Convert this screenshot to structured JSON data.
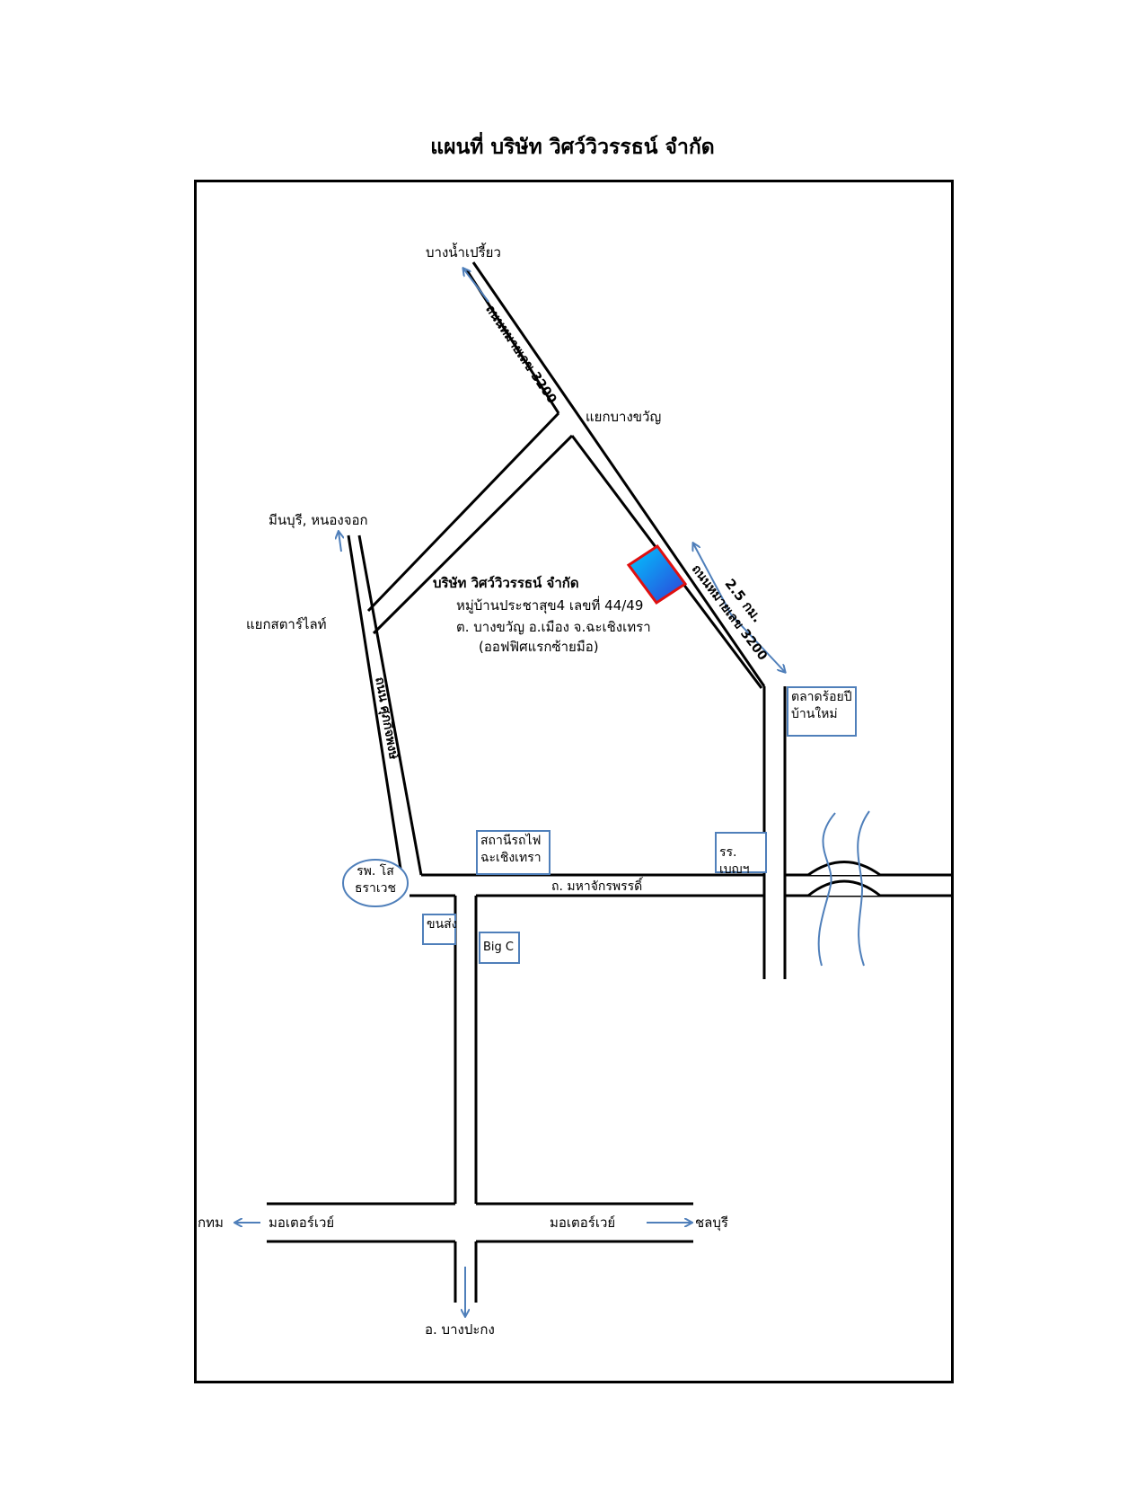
{
  "title": "แผนที่ บริษัท วิศว์วิวรรธน์ จำกัด",
  "company": {
    "name": "บริษัท วิศว์วิวรรธน์ จำกัด",
    "address_line1": "หมู่บ้านประชาสุข4 เลขที่    44/49",
    "address_line2": "ต. บางขวัญ   อ.เมือง   จ.ฉะเชิงเทรา",
    "address_line3": "(ออฟฟิศแรกซ้ายมือ)"
  },
  "places": {
    "bang_nam_priao": "บางน้ำเปรี้ยว",
    "yaek_bang_khwan": "แยกบางขวัญ",
    "minburi": "มีนบุรี, หนองจอก",
    "yaek_starlight": "แยกสตาร์ไลท์",
    "talad_market": "ตลาดร้อยปี บ้านใหม่",
    "railway": "สถานีรถไฟ ฉะเชิงเทรา",
    "school": "รร. เบญฯ",
    "hospital": "รพ. โสธราเวช",
    "bus": "ขนส่ง",
    "bigc": "Big C",
    "bangkok": "กทม",
    "motorway_left": "มอเตอร์เวย์",
    "motorway_right": "มอเตอร์เวย์",
    "chonburi": "ชลบุรี",
    "bang_pakong": "อ. บางปะกง"
  },
  "roads": {
    "highway_upper": "ถนนหมายเลข 3200",
    "highway_lower": "ถนนหมายเลข 3200",
    "suprapong": "ถนน ศุภกิจพงษ์",
    "maha_chakkraphat": "ถ. มหาจักรพรรดิ์",
    "distance": "2.5 กม."
  },
  "colors": {
    "arrow": "#4f7fba",
    "box_border": "#4f7fba",
    "marker_fill_start": "#00c8ff",
    "marker_fill_end": "#2f3fd8",
    "marker_border": "#e01010",
    "river": "#4f7fba"
  },
  "icons": [
    "company-marker-icon",
    "river-icon",
    "bridge-icon"
  ]
}
